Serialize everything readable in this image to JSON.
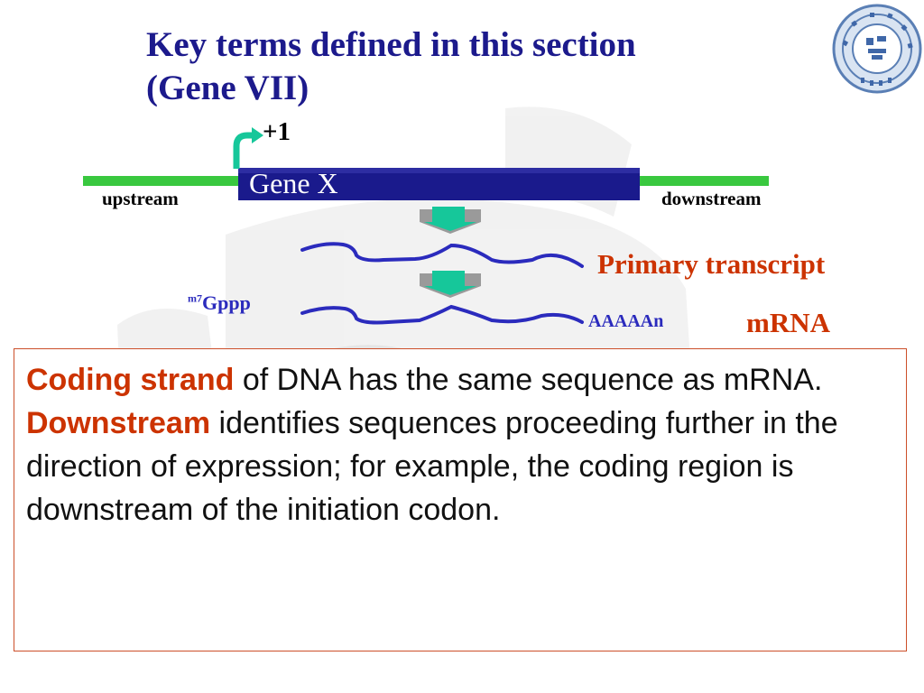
{
  "title": {
    "line1": "Key terms defined in this section",
    "line2": "(Gene VII)"
  },
  "logo": {
    "icon": "university-seal-icon"
  },
  "diagram": {
    "tss_label": "+1",
    "gene_label": "Gene X",
    "upstream_label": "upstream",
    "downstream_label": "downstream",
    "primary_transcript_label": "Primary transcript",
    "cap_label_prefix": "m",
    "cap_label_superscript": "7",
    "cap_label": "Gppp",
    "polya_label": "AAAAAn",
    "mrna_label": "mRNA",
    "colors": {
      "dna": "#39c83f",
      "gene": "#1a1a8c",
      "rna": "#2b2bbd",
      "arrow": "#16c79a",
      "accent": "#cc3300"
    }
  },
  "definitions": [
    {
      "term": "Coding strand",
      "text": " of DNA has the same sequence as mRNA."
    },
    {
      "term": "Downstream",
      "text": " identifies sequences proceeding further in the direction of expression; for example, the coding region is downstream of the initiation codon."
    }
  ]
}
